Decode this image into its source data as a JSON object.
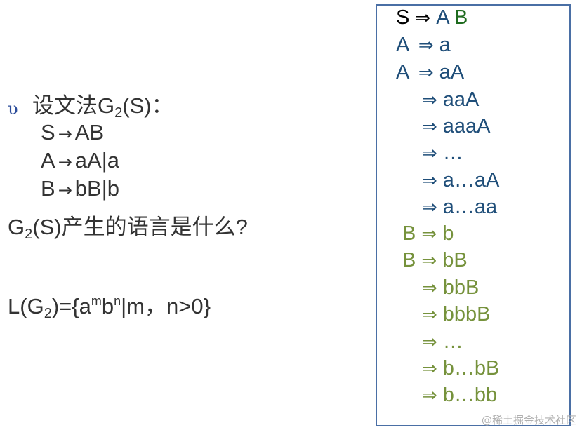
{
  "grammar": {
    "bullet": "υ",
    "title_prefix": "设文法G",
    "title_sub": "2",
    "title_suffix": "(S)：",
    "rules": [
      {
        "lhs": "S",
        "arrow": "→",
        "rhs": "AB"
      },
      {
        "lhs": "A",
        "arrow": "→",
        "rhs": "aA|a"
      },
      {
        "lhs": "B",
        "arrow": "→",
        "rhs": "bB|b"
      }
    ],
    "question_prefix": "G",
    "question_sub": "2",
    "question_suffix": "(S)产生的语言是什么?"
  },
  "answer": {
    "prefix": "L(G",
    "sub": "2",
    "mid": ")={a",
    "sup_m": "m",
    "b": "b",
    "sup_n": "n",
    "suffix": "|m，n>0}"
  },
  "derivation": {
    "implies": "⇒",
    "lines": [
      {
        "lhs": "S",
        "rhs": "A ",
        "rhs2": "B"
      },
      {
        "lhs": "A",
        "rhs": "a"
      },
      {
        "lhs": "A",
        "rhs": "aA"
      },
      {
        "lhs": "",
        "rhs": "aaA"
      },
      {
        "lhs": "",
        "rhs": "aaaA"
      },
      {
        "lhs": "",
        "rhs": "…"
      },
      {
        "lhs": "",
        "rhs": "a…aA"
      },
      {
        "lhs": "",
        "rhs": "a…aa"
      },
      {
        "lhs": "B",
        "rhs": "b"
      },
      {
        "lhs": "B",
        "rhs": "bB"
      },
      {
        "lhs": "",
        "rhs": "bbB"
      },
      {
        "lhs": "",
        "rhs": "bbbB"
      },
      {
        "lhs": "",
        "rhs": "…"
      },
      {
        "lhs": "",
        "rhs": "b…bB"
      },
      {
        "lhs": "",
        "rhs": "b…bb"
      }
    ]
  },
  "colors": {
    "black": "#000000",
    "blue": "#1f4e79",
    "green": "#76923c",
    "dark_green": "#1e6b1e",
    "bullet": "#2b4c9a",
    "text": "#333333"
  },
  "watermark": "@稀土掘金技术社区"
}
